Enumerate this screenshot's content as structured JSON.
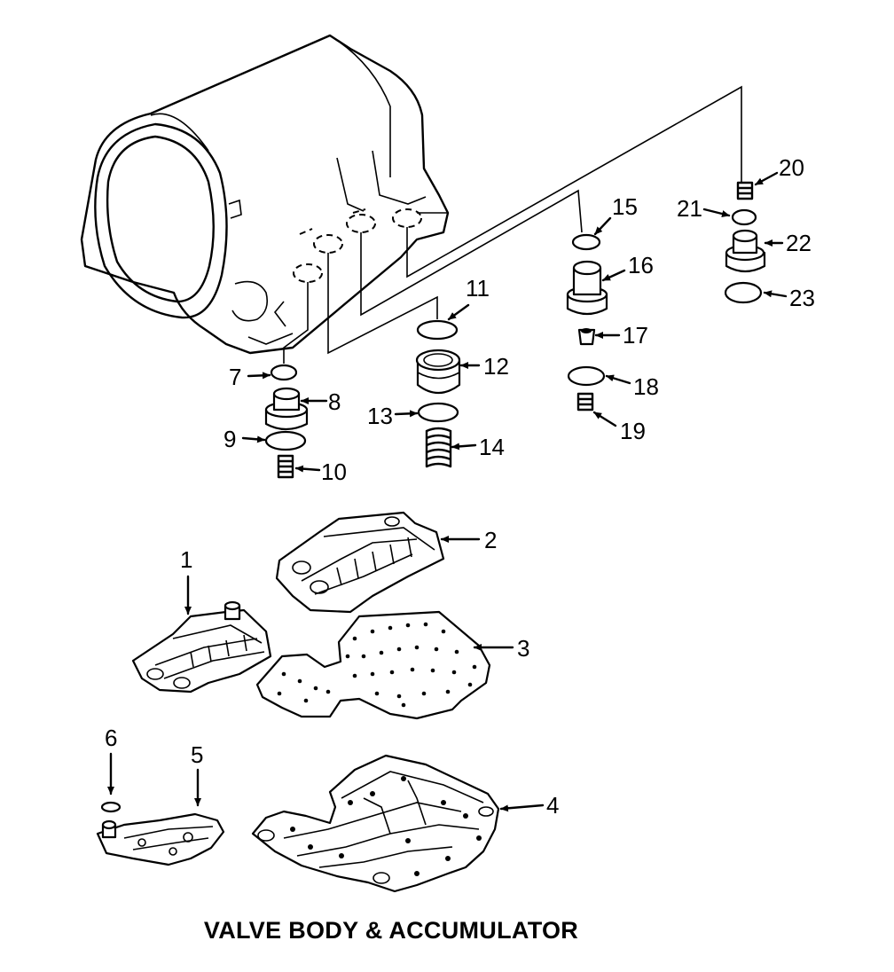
{
  "title": "VALVE BODY & ACCUMULATOR",
  "callouts": [
    "1",
    "2",
    "3",
    "4",
    "5",
    "6",
    "7",
    "8",
    "9",
    "10",
    "11",
    "12",
    "13",
    "14",
    "15",
    "16",
    "17",
    "18",
    "19",
    "20",
    "21",
    "22",
    "23"
  ]
}
